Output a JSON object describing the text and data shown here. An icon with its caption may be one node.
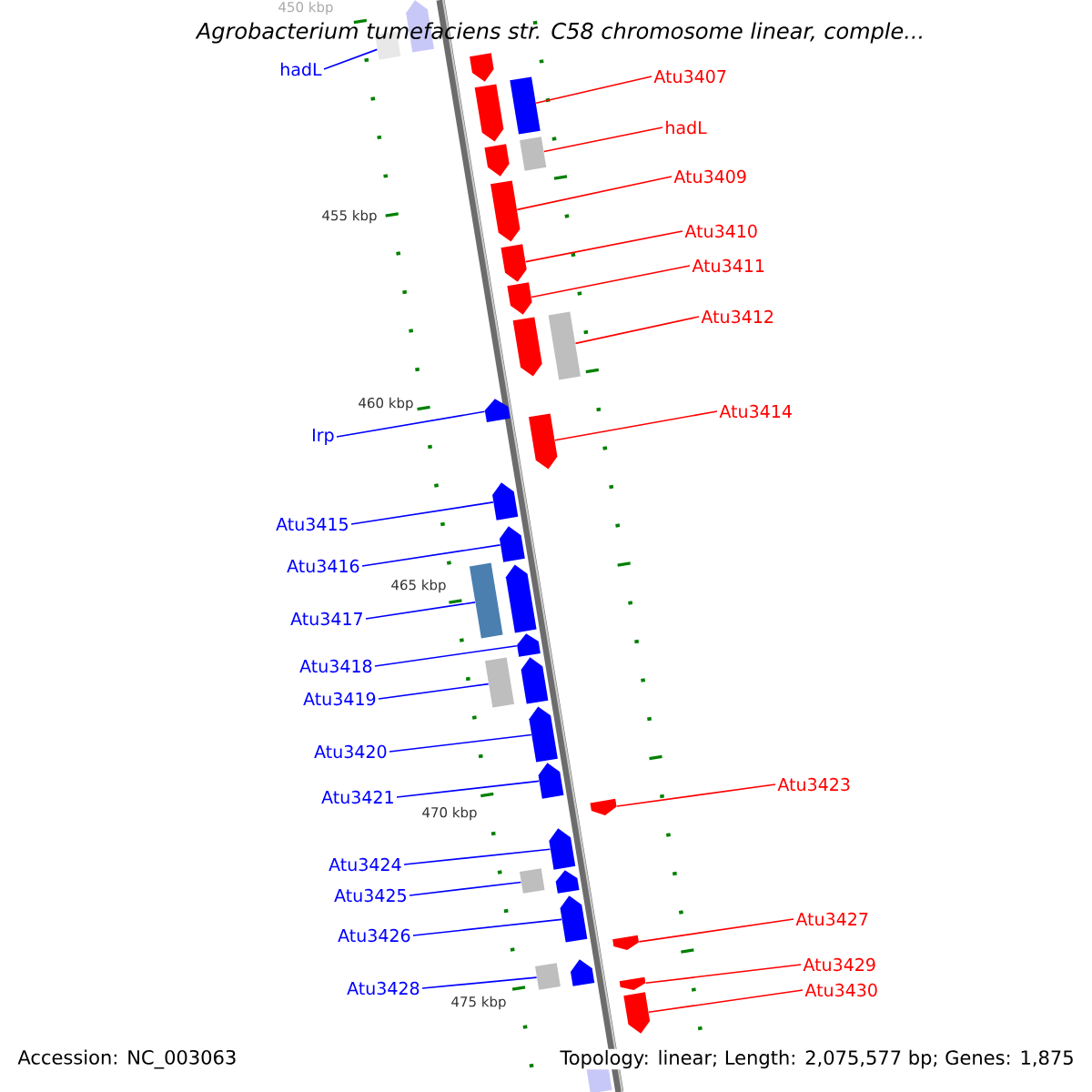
{
  "diagram": {
    "title": "Agrobacterium tumefaciens str. C58 chromosome linear, comple...",
    "nodes": [
      {
        "text": [
          "hadL"
        ]
      },
      {
        "text": [
          "Atu3407"
        ]
      },
      {
        "text": [
          "hadL"
        ]
      },
      {
        "text": [
          "Atu3409"
        ]
      },
      {
        "text": [
          "Atu3410"
        ]
      },
      {
        "text": [
          "Atu3411"
        ]
      },
      {
        "text": [
          "Atu3412"
        ]
      },
      {
        "text": [
          "Atu3414"
        ]
      },
      {
        "text": [
          "Irp"
        ]
      },
      {
        "text": [
          "Atu3415"
        ]
      },
      {
        "text": [
          "Atu3416"
        ]
      },
      {
        "text": [
          "Atu3417"
        ]
      },
      {
        "text": [
          "Atu3418"
        ]
      },
      {
        "text": [
          "Atu3419"
        ]
      },
      {
        "text": [
          "Atu3420"
        ]
      },
      {
        "text": [
          "Atu3421"
        ]
      },
      {
        "text": [
          "Atu3423"
        ]
      },
      {
        "text": [
          "Atu3424"
        ]
      },
      {
        "text": [
          "Atu3425"
        ]
      },
      {
        "text": [
          "Atu3426"
        ]
      },
      {
        "text": [
          "Atu3427"
        ]
      },
      {
        "text": [
          "Atu3428"
        ]
      },
      {
        "text": [
          "Atu3429"
        ]
      },
      {
        "text": [
          "Atu3430"
        ]
      },
      {
        "text": [],
        "shape": "arrow"
      },
      {
        "text": [],
        "shape": "box"
      },
      {
        "text": [],
        "shape": "arrow"
      },
      {
        "text": [],
        "shape": "arrow"
      },
      {
        "text": [],
        "shape": "box"
      },
      {
        "text": [],
        "shape": "box"
      },
      {
        "text": [],
        "shape": "arrow"
      },
      {
        "text": [],
        "shape": "arrow"
      },
      {
        "text": [],
        "shape": "arrow"
      },
      {
        "text": [],
        "shape": "arrow"
      },
      {
        "text": [],
        "shape": "arrow"
      },
      {
        "text": [],
        "shape": "box"
      },
      {
        "text": [],
        "shape": "arrow"
      },
      {
        "text": [],
        "shape": "arrow"
      },
      {
        "text": [],
        "shape": "arrow"
      },
      {
        "text": [],
        "shape": "arrow"
      },
      {
        "text": [],
        "shape": "box"
      },
      {
        "text": [],
        "shape": "arrow"
      },
      {
        "text": [],
        "shape": "arrow"
      },
      {
        "text": [],
        "shape": "box"
      },
      {
        "text": [],
        "shape": "arrow"
      },
      {
        "text": [],
        "shape": "arrow"
      },
      {
        "text": [],
        "shape": "arrow"
      },
      {
        "text": [],
        "shape": "arrow"
      },
      {
        "text": [],
        "shape": "arrow"
      },
      {
        "text": [],
        "shape": "box"
      },
      {
        "text": [],
        "shape": "arrow"
      },
      {
        "text": [],
        "shape": "arrow"
      },
      {
        "text": [],
        "shape": "arrow"
      },
      {
        "text": [],
        "shape": "box"
      },
      {
        "text": [],
        "shape": "arrow"
      },
      {
        "text": [],
        "shape": "arrow"
      },
      {
        "text": [],
        "shape": "arrow"
      },
      {
        "text": [],
        "shape": "arrow"
      }
    ],
    "edges": [
      {
        "from": 0,
        "to": 25,
        "arrow": "none"
      },
      {
        "from": 1,
        "to": 28,
        "arrow": "none",
        "color": "#ff0000"
      },
      {
        "from": 2,
        "to": 29,
        "arrow": "none",
        "color": "#ff0000"
      },
      {
        "from": 3,
        "to": 31,
        "arrow": "none",
        "color": "#ff0000"
      },
      {
        "from": 4,
        "to": 32,
        "arrow": "none",
        "color": "#ff0000"
      },
      {
        "from": 5,
        "to": 33,
        "arrow": "none",
        "color": "#ff0000"
      },
      {
        "from": 6,
        "to": 35,
        "arrow": "none",
        "color": "#ff0000"
      },
      {
        "from": 7,
        "to": 37,
        "arrow": "none",
        "color": "#ff0000"
      },
      {
        "from": 8,
        "to": 36,
        "arrow": "none"
      },
      {
        "from": 9,
        "to": 38,
        "arrow": "none"
      },
      {
        "from": 10,
        "to": 39,
        "arrow": "none"
      },
      {
        "from": 11,
        "to": 40,
        "arrow": "none"
      },
      {
        "from": 12,
        "to": 42,
        "arrow": "none"
      },
      {
        "from": 13,
        "to": 43,
        "arrow": "none"
      },
      {
        "from": 14,
        "to": 45,
        "arrow": "none"
      },
      {
        "from": 15,
        "to": 46,
        "arrow": "none"
      },
      {
        "from": 16,
        "to": 47,
        "arrow": "none",
        "color": "#ff0000"
      },
      {
        "from": 17,
        "to": 48,
        "arrow": "none"
      },
      {
        "from": 18,
        "to": 49,
        "arrow": "none"
      },
      {
        "from": 19,
        "to": 51,
        "arrow": "none"
      },
      {
        "from": 20,
        "to": 52,
        "arrow": "none",
        "color": "#ff0000"
      },
      {
        "from": 21,
        "to": 53,
        "arrow": "none"
      },
      {
        "from": 22,
        "to": 55,
        "arrow": "none",
        "color": "#ff0000"
      },
      {
        "from": 23,
        "to": 56,
        "arrow": "none",
        "color": "#ff0000"
      }
    ],
    "labels": [
      "450 kbp",
      "455 kbp",
      "460 kbp",
      "465 kbp",
      "470 kbp",
      "475 kbp",
      "Accession: NC_003063",
      "Topology: linear; Length: 2,075,577 bp; Genes: 1,875"
    ]
  }
}
